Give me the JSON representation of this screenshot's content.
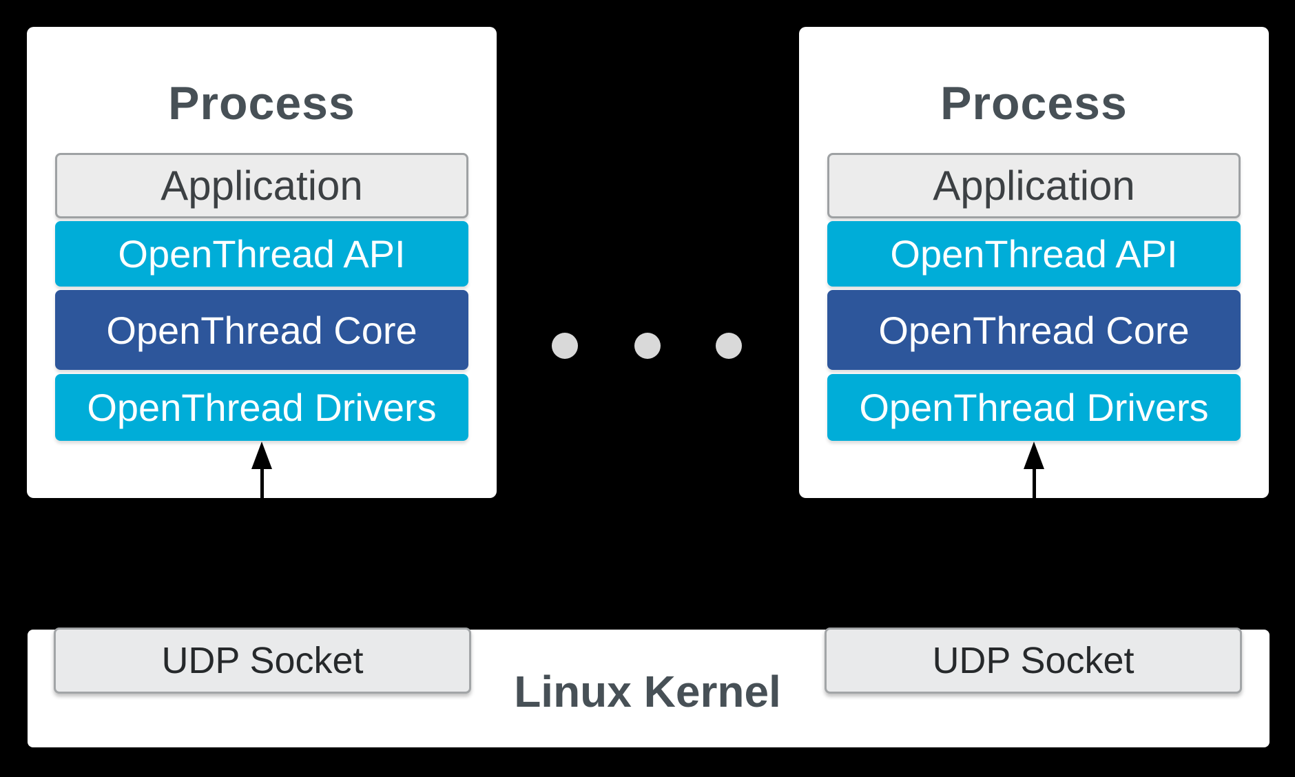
{
  "colors": {
    "background": "#000000",
    "card_background": "#ffffff",
    "cyan_layer": "#00add8",
    "core_blue_layer": "#2d569b",
    "application_fill": "#ececec",
    "application_border": "#9ea1a3",
    "heading_text": "#475056",
    "ellipsis_dot": "#d9d9d9",
    "arrow": "#000000"
  },
  "processes": [
    {
      "title": "Process",
      "layers": [
        {
          "label": "Application"
        },
        {
          "label": "OpenThread API"
        },
        {
          "label": "OpenThread Core"
        },
        {
          "label": "OpenThread Drivers"
        }
      ]
    },
    {
      "title": "Process",
      "layers": [
        {
          "label": "Application"
        },
        {
          "label": "OpenThread API"
        },
        {
          "label": "OpenThread Core"
        },
        {
          "label": "OpenThread Drivers"
        }
      ]
    }
  ],
  "ellipsis": {
    "dot_count": 3
  },
  "kernel": {
    "label": "Linux Kernel",
    "sockets": [
      "UDP Socket",
      "UDP Socket"
    ]
  }
}
